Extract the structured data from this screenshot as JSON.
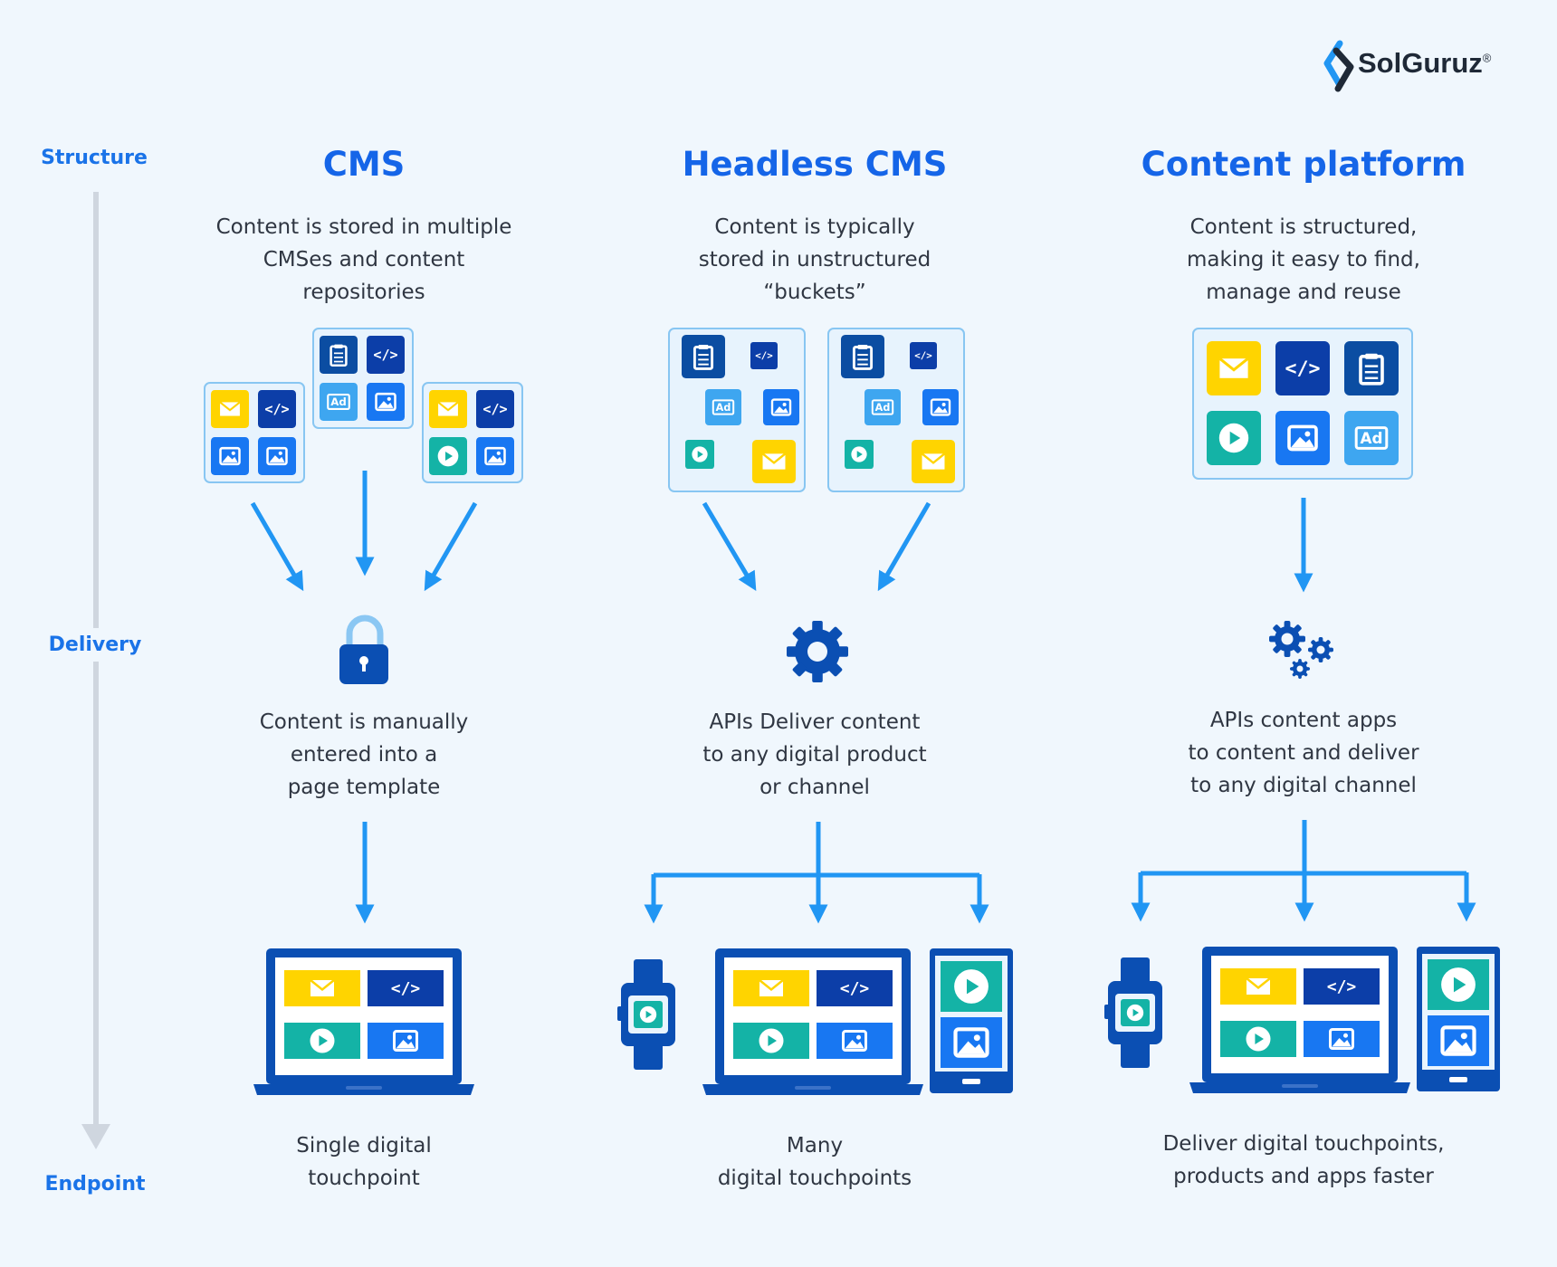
{
  "brand": {
    "name": "SolGuruz",
    "mark": "®"
  },
  "axis": {
    "structure": "Structure",
    "delivery": "Delivery",
    "endpoint": "Endpoint"
  },
  "columns": [
    {
      "title": "CMS",
      "structure_text": [
        "Content is stored in multiple",
        "CMSes and content",
        "repositories"
      ],
      "delivery_text": [
        "Content is manually",
        "entered into a",
        "page template"
      ],
      "endpoint_text": [
        "Single digital",
        "touchpoint"
      ]
    },
    {
      "title": "Headless CMS",
      "structure_text": [
        "Content is typically",
        "stored in unstructured",
        "“buckets”"
      ],
      "delivery_text": [
        "APIs Deliver content",
        "to any digital product",
        "or channel"
      ],
      "endpoint_text": [
        "Many",
        "digital touchpoints"
      ]
    },
    {
      "title": "Content platform",
      "structure_text": [
        "Content is structured,",
        "making it easy to find,",
        "manage and reuse"
      ],
      "delivery_text": [
        "APIs content apps",
        "to content and deliver",
        "to any digital channel"
      ],
      "endpoint_text": [
        "Deliver digital touchpoints,",
        "products and apps faster"
      ]
    }
  ],
  "tile_labels": {
    "ad": "Ad",
    "code": "</>"
  },
  "colors": {
    "background": "#f0f7fd",
    "title": "#1565e8",
    "arrow": "#2196f3",
    "yellow": "#ffd400",
    "dark_blue": "#0c3ea8",
    "navy": "#0b4da2",
    "blue": "#1877f2",
    "light_blue": "#3ea6f0",
    "teal": "#14b3a6",
    "device": "#0b4fb3"
  },
  "icons": [
    "mail-icon",
    "code-icon",
    "clipboard-icon",
    "image-icon",
    "ad-icon",
    "play-icon",
    "lock-icon",
    "gear-icon",
    "gears-icon",
    "laptop-icon",
    "watch-icon",
    "tablet-icon",
    "brand-logo-icon"
  ]
}
